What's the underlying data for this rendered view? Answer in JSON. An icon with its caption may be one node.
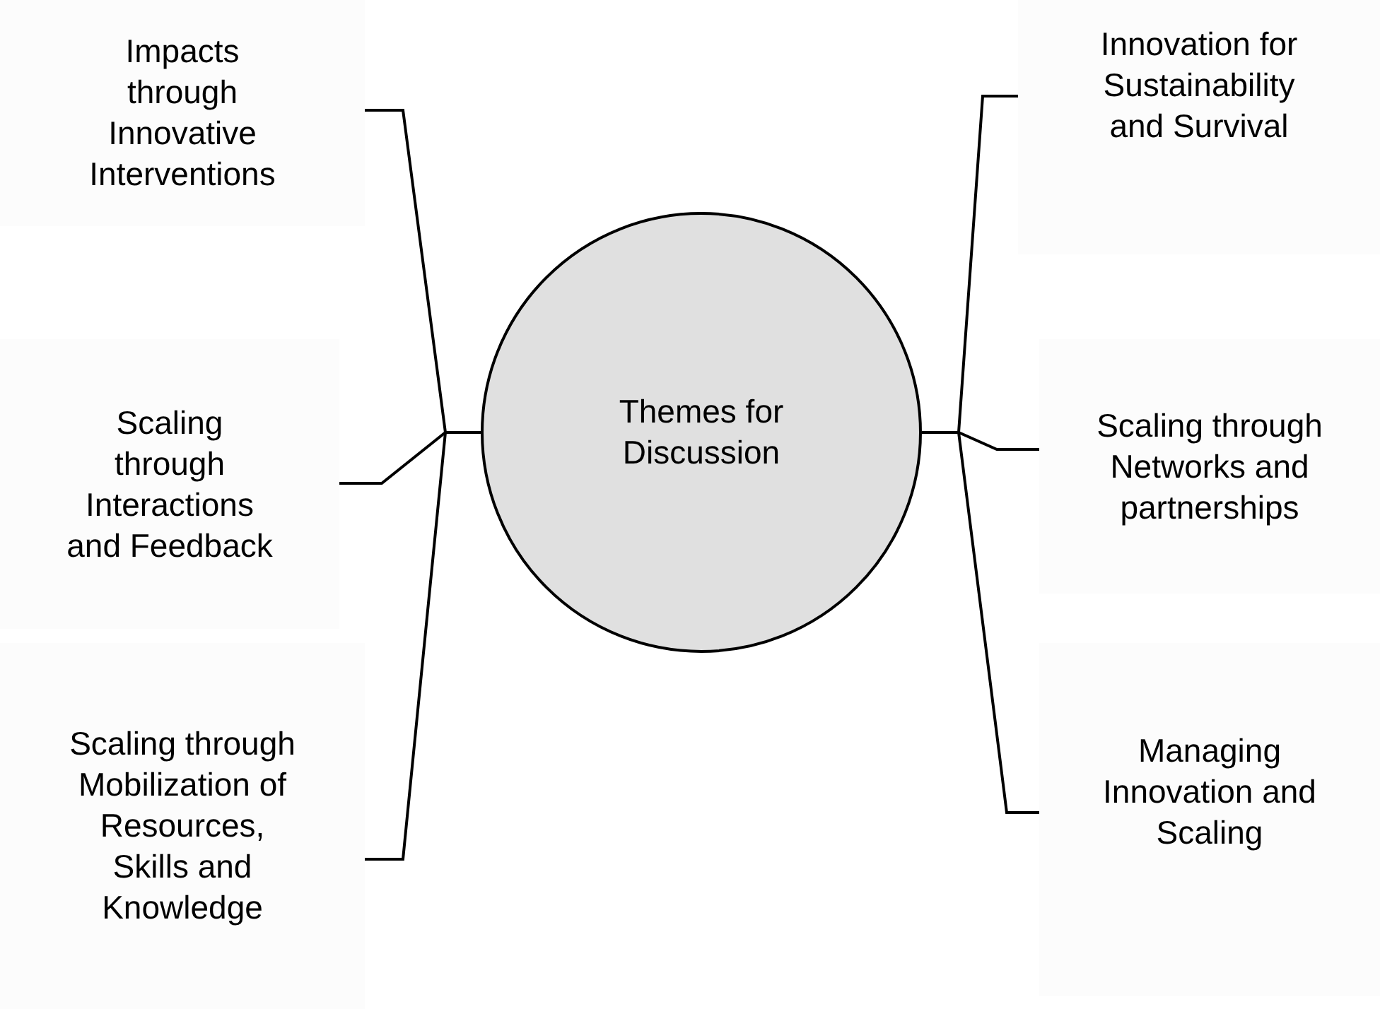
{
  "diagram": {
    "nodes": [
      {
        "text": [
          "Themes for Discussion"
        ]
      },
      {
        "text": [
          "Impacts through Innovative Interventions"
        ]
      },
      {
        "text": [
          "Scaling through Interactions and Feedback"
        ]
      },
      {
        "text": [
          "Scaling through Mobilization of Resources, Skills and Knowledge"
        ]
      },
      {
        "text": [
          "Innovation for Sustainability and Survival"
        ]
      },
      {
        "text": [
          "Scaling through Networks and partnerships"
        ]
      },
      {
        "text": [
          "Managing Innovation and Scaling"
        ]
      }
    ],
    "edges": [
      {
        "from": 0,
        "to": 1,
        "arrow": "none"
      },
      {
        "from": 0,
        "to": 2,
        "arrow": "none"
      },
      {
        "from": 0,
        "to": 3,
        "arrow": "none"
      },
      {
        "from": 0,
        "to": 4,
        "arrow": "none"
      },
      {
        "from": 0,
        "to": 5,
        "arrow": "none"
      },
      {
        "from": 0,
        "to": 6,
        "arrow": "none"
      }
    ]
  }
}
